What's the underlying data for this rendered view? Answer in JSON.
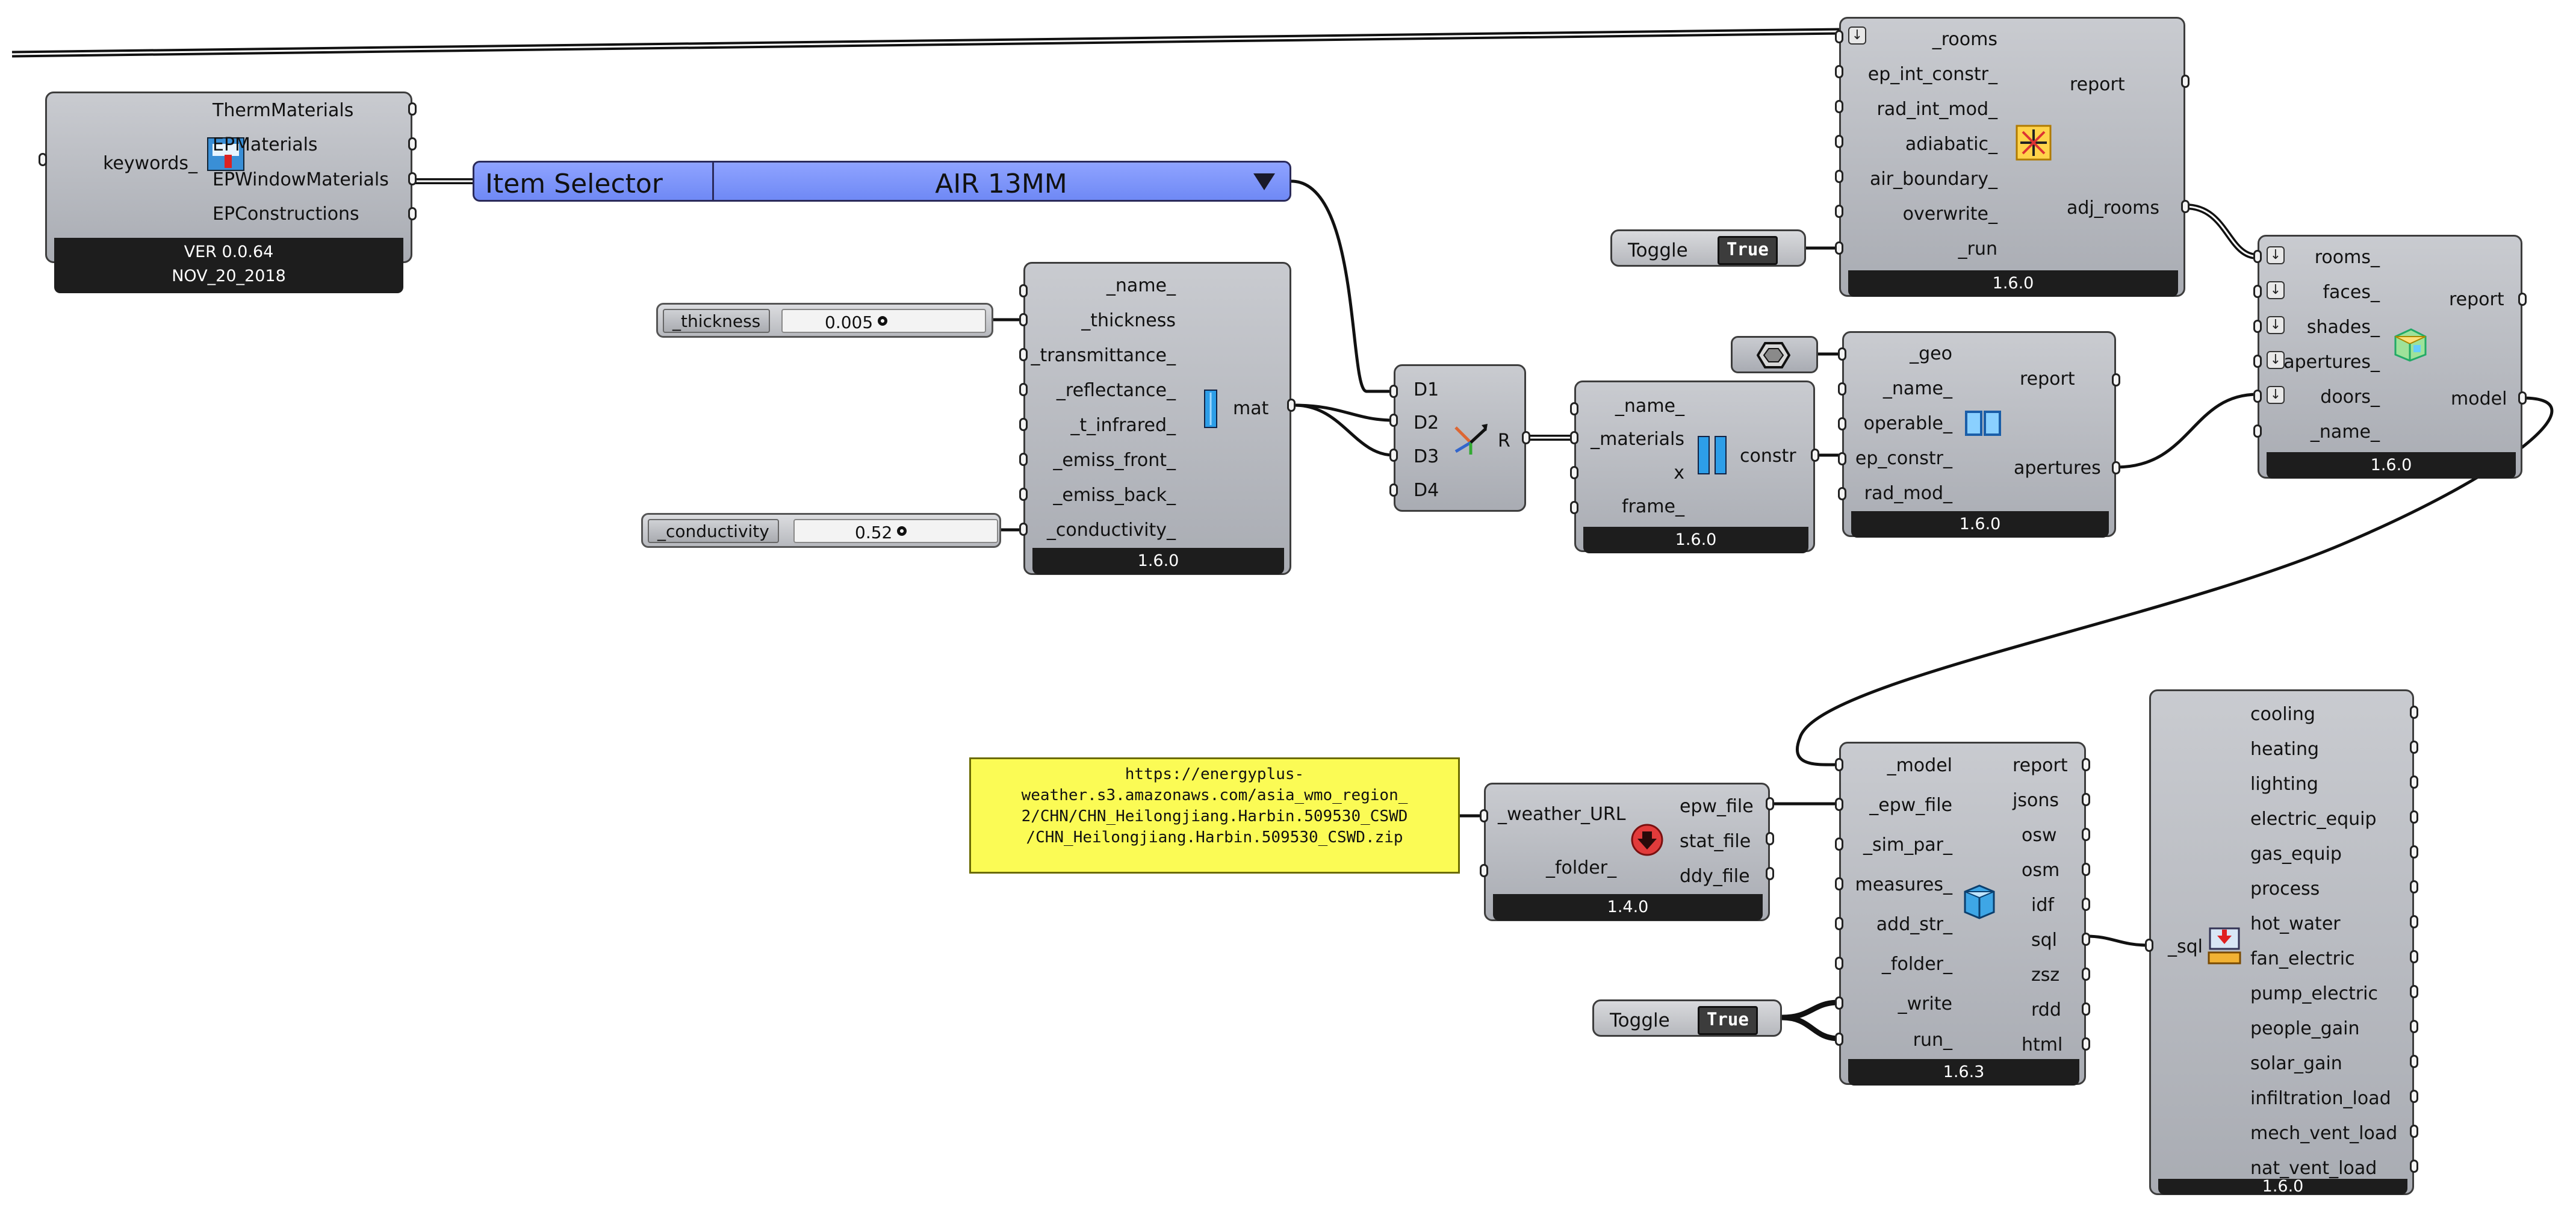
{
  "legacy_component": {
    "input": "keywords_",
    "outputs": [
      "ThermMaterials",
      "EPMaterials",
      "EPWindowMaterials",
      "EPConstructions"
    ],
    "version": "VER 0.0.64",
    "date": "NOV_20_2018",
    "icon": "materials-list-icon"
  },
  "item_selector": {
    "title": "Item Selector",
    "value": "AIR 13MM",
    "icon": "dropdown-arrow-icon"
  },
  "sliders": {
    "thickness": {
      "name": "_thickness",
      "value": "0.005"
    },
    "conductivity": {
      "name": "_conductivity",
      "value": "0.52"
    }
  },
  "material_component": {
    "inputs": [
      "_name_",
      "_thickness",
      "_transmittance_",
      "_reflectance_",
      "_t_infrared_",
      "_emiss_front_",
      "_emiss_back_",
      "_conductivity_"
    ],
    "output": "mat",
    "version": "1.6.0",
    "icon": "window-material-icon"
  },
  "merge_component": {
    "inputs": [
      "D1",
      "D2",
      "D3",
      "D4"
    ],
    "output": "R",
    "icon": "merge-arrows-icon"
  },
  "construction_component": {
    "inputs": [
      "_name_",
      "_materials",
      "x",
      "frame_"
    ],
    "output": "constr",
    "version": "1.6.0",
    "icon": "window-construction-icon"
  },
  "aperture_component": {
    "inputs": [
      "_geo",
      "_name_",
      "operable_",
      "ep_constr_",
      "rad_mod_"
    ],
    "outputs": [
      "report",
      "apertures"
    ],
    "version": "1.6.0",
    "icon": "aperture-icon"
  },
  "adiabatic_component": {
    "inputs": [
      "_rooms",
      "ep_int_constr_",
      "rad_int_mod_",
      "adiabatic_",
      "air_boundary_",
      "overwrite_",
      "_run"
    ],
    "outputs": [
      "report",
      "adj_rooms"
    ],
    "version": "1.6.0",
    "icon": "solve-adjacency-icon"
  },
  "model_component": {
    "inputs": [
      "rooms_",
      "faces_",
      "shades_",
      "apertures_",
      "doors_",
      "_name_"
    ],
    "outputs": [
      "report",
      "model"
    ],
    "version": "1.6.0",
    "icon": "model-icon"
  },
  "toggles": [
    {
      "label": "Toggle",
      "value": "True"
    },
    {
      "label": "Toggle",
      "value": "True"
    }
  ],
  "panel": {
    "text": "https://energyplus-\nweather.s3.amazonaws.com/asia_wmo_region_\n2/CHN/CHN_Heilongjiang.Harbin.509530_CSWD\n/CHN_Heilongjiang.Harbin.509530_CSWD.zip"
  },
  "weather_component": {
    "inputs": [
      "_weather_URL",
      "_folder_"
    ],
    "outputs": [
      "epw_file",
      "stat_file",
      "ddy_file"
    ],
    "version": "1.4.0",
    "icon": "download-weather-icon"
  },
  "simulation_component": {
    "inputs": [
      "_model",
      "_epw_file",
      "_sim_par_",
      "measures_",
      "add_str_",
      "_folder_",
      "_write",
      "run_"
    ],
    "outputs": [
      "report",
      "jsons",
      "osw",
      "osm",
      "idf",
      "sql",
      "zsz",
      "rdd",
      "html"
    ],
    "version": "1.6.3",
    "icon": "openstudio-run-icon"
  },
  "results_component": {
    "input": "_sql",
    "outputs": [
      "cooling",
      "heating",
      "lighting",
      "electric_equip",
      "gas_equip",
      "process",
      "hot_water",
      "fan_electric",
      "pump_electric",
      "people_gain",
      "solar_gain",
      "infiltration_load",
      "mech_vent_load",
      "nat_vent_load"
    ],
    "version": "1.6.0",
    "icon": "read-results-icon"
  },
  "param_component": {
    "icon": "geometry-param-icon"
  },
  "colors": {
    "canvas": "#ffffff",
    "component_fill": "#b8bac0",
    "component_border": "#3d3d3d",
    "version_bar": "#1d1d1d",
    "item_selector": "#7b93fa",
    "panel": "#fbfb55",
    "wire": "#111111"
  }
}
